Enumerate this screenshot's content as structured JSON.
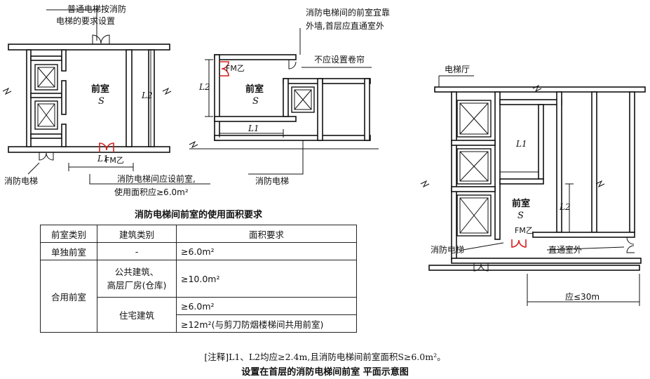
{
  "left_plan": {
    "note_top_1": "普通电梯按消防",
    "note_top_2": "电梯的要求设置",
    "room_label": "前室",
    "room_symbol": "S",
    "dim_L1": "L1",
    "dim_L2": "L2",
    "door_label": "FM乙",
    "elevator_label": "消防电梯",
    "note_bottom_1": "消防电梯间应设前室,",
    "note_bottom_2": "使用面积应≥6.0m²"
  },
  "middle_plan": {
    "note_top_1": "消防电梯间的前室宜靠",
    "note_top_2": "外墙,首层应直通室外",
    "note_shutter": "不应设置卷帘",
    "room_label": "前室",
    "room_symbol": "S",
    "dim_L1": "L1",
    "dim_L2": "L2",
    "door_label": "FM乙",
    "elevator_label": "消防电梯"
  },
  "right_plan": {
    "hall_label": "电梯厅",
    "room_label": "前室",
    "room_symbol": "S",
    "dim_L1": "L1",
    "dim_L2": "L2",
    "door_label": "FM乙",
    "elevator_label": "消防电梯",
    "outdoor_label": "直通室外",
    "distance_label": "应≤30m"
  },
  "table": {
    "title": "消防电梯间前室的使用面积要求",
    "headers": [
      "前室类别",
      "建筑类别",
      "面积要求"
    ],
    "row_standalone": {
      "category": "单独前室",
      "building": "-",
      "area": "≥6.0m²"
    },
    "row_combined": {
      "category": "合用前室",
      "public_building_1": "公共建筑、",
      "public_building_2": "高层厂房(仓库)",
      "public_area": "≥10.0m²",
      "residential": "住宅建筑",
      "residential_area_1": "≥6.0m²",
      "residential_area_2": "≥12m²(与剪刀防烟楼梯间共用前室)"
    }
  },
  "note": "[注释]L1、L2均应≥2.4m,且消防电梯间前室面积S≥6.0m²。",
  "caption": "设置在首层的消防电梯间前室 平面示意图"
}
